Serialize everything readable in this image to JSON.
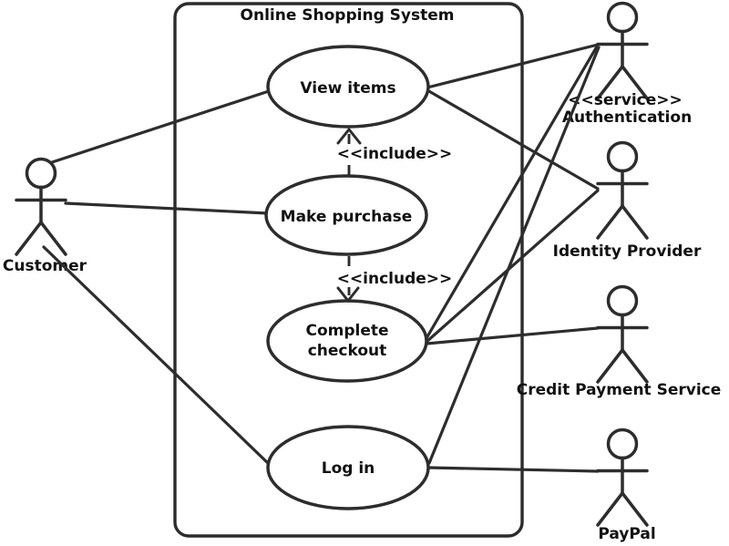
{
  "diagram": {
    "title": "Online Shopping System",
    "include_label": "<<include>>",
    "use_cases": {
      "view_items": "View items",
      "make_purchase": "Make purchase",
      "complete_checkout_line1": "Complete",
      "complete_checkout_line2": "checkout",
      "log_in": "Log in"
    },
    "actors": {
      "customer": "Customer",
      "authentication_stereotype": "<<service>>",
      "authentication": "Authentication",
      "identity_provider": "Identity Provider",
      "credit_payment_service": "Credit Payment Service",
      "paypal": "PayPal"
    }
  }
}
